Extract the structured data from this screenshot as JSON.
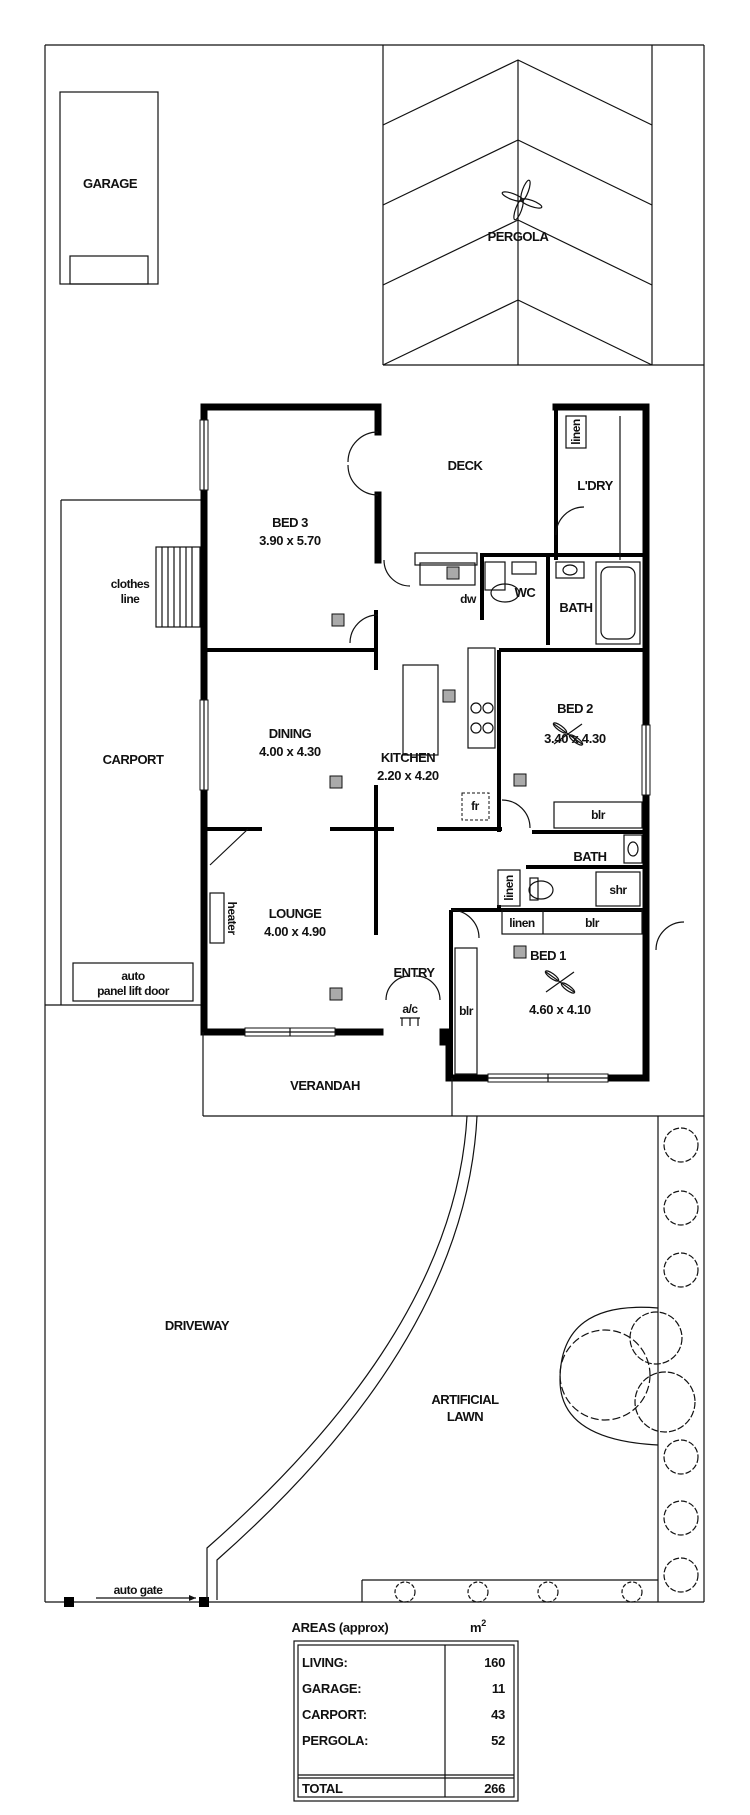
{
  "labels": {
    "garage": "GARAGE",
    "pergola": "PERGOLA",
    "deck": "DECK",
    "laundry": "L'DRY",
    "linen_laundry": "linen",
    "bed3": "BED 3",
    "bed3_dim": "3.90 x 5.70",
    "clothes_line_1": "clothes",
    "clothes_line_2": "line",
    "dw": "dw",
    "wc": "WC",
    "bath_main": "BATH",
    "bed2": "BED 2",
    "bed2_dim": "3.40 x 4.30",
    "dining": "DINING",
    "dining_dim": "4.00 x 4.30",
    "kitchen": "KITCHEN",
    "kitchen_dim": "2.20 x 4.20",
    "carport": "CARPORT",
    "fr": "fr",
    "blr_bed2": "blr",
    "bath_ensuite": "BATH",
    "linen_hall": "linen",
    "shr": "shr",
    "heater": "heater",
    "lounge": "LOUNGE",
    "lounge_dim": "4.00 x 4.90",
    "linen_bed1": "linen",
    "blr_bed1_top": "blr",
    "bed1": "BED 1",
    "bed1_dim": "4.60 x 4.10",
    "blr_bed1_side": "blr",
    "entry": "ENTRY",
    "ac": "a/c",
    "auto_panel_1": "auto",
    "auto_panel_2": "panel lift door",
    "verandah": "VERANDAH",
    "driveway": "DRIVEWAY",
    "artificial_lawn_1": "ARTIFICIAL",
    "artificial_lawn_2": "LAWN",
    "auto_gate": "auto gate"
  },
  "areas": {
    "header_label": "AREAS (approx)",
    "unit": "m",
    "unit_exp": "2",
    "rows": [
      {
        "label": "LIVING:",
        "value": "160"
      },
      {
        "label": "GARAGE:",
        "value": "11"
      },
      {
        "label": "CARPORT:",
        "value": "43"
      },
      {
        "label": "PERGOLA:",
        "value": "52"
      }
    ],
    "total_label": "TOTAL",
    "total_value": "266"
  }
}
